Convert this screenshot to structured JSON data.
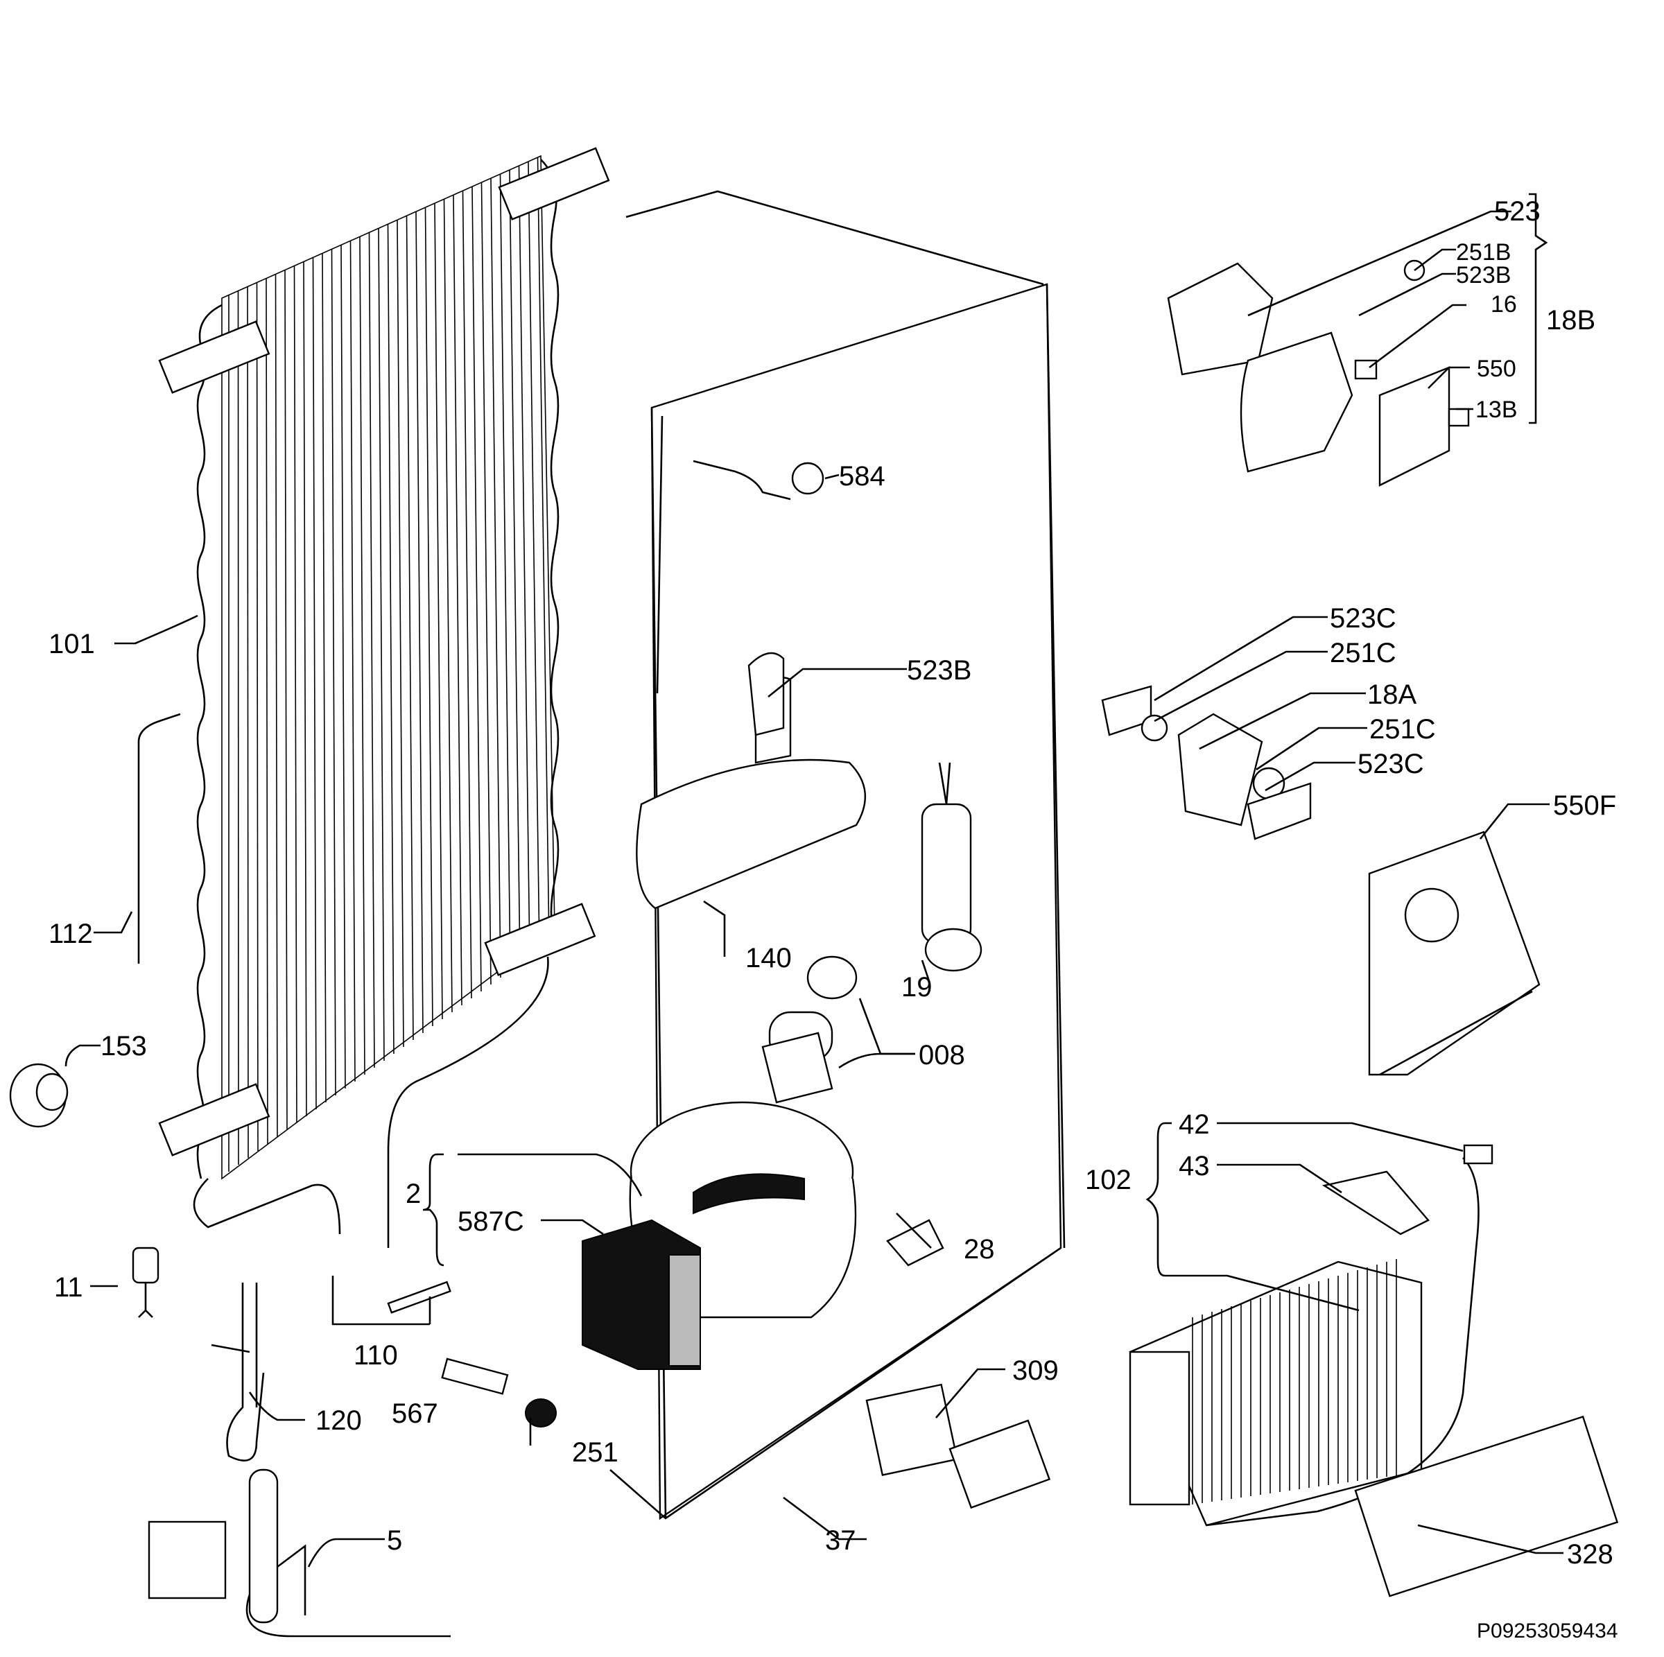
{
  "diagram": {
    "reference_code": "P09253059434",
    "labels": {
      "l101": "101",
      "l112": "112",
      "l153": "153",
      "l11": "11",
      "l120": "120",
      "l110": "110",
      "l567": "567",
      "l251": "251",
      "l5": "5",
      "l2": "2",
      "l587C": "587C",
      "l28": "28",
      "l140": "140",
      "l19": "19",
      "l008": "008",
      "l584": "584",
      "l523B_mid": "523B",
      "l309": "309",
      "l37": "37",
      "l523": "523",
      "l251B": "251B",
      "l523B": "523B",
      "l16": "16",
      "l550": "550",
      "l13B": "13B",
      "l18B": "18B",
      "l523C_a": "523C",
      "l251C_a": "251C",
      "l18A": "18A",
      "l251C_b": "251C",
      "l523C_b": "523C",
      "l550F": "550F",
      "l42": "42",
      "l43": "43",
      "l102": "102",
      "l328": "328"
    }
  }
}
